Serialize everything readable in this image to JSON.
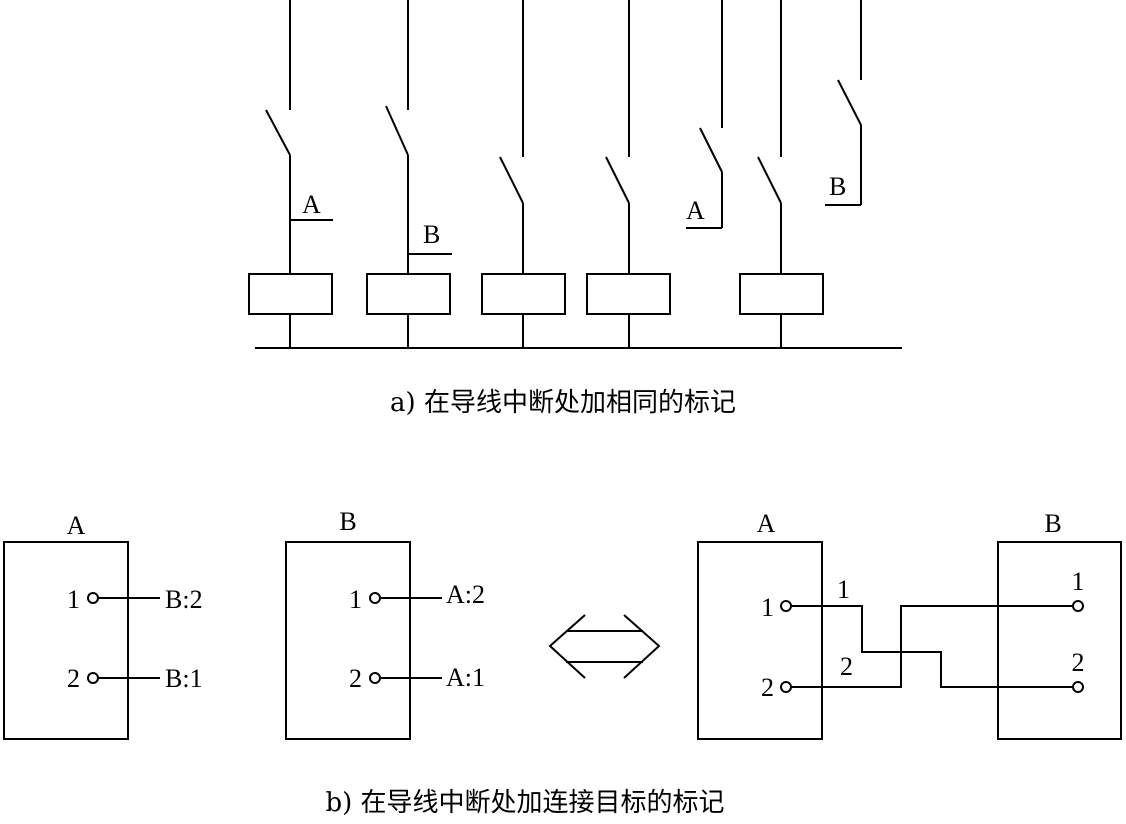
{
  "diagram_a": {
    "caption": "a) 在导线中断处加相同的标记",
    "break_labels": [
      "A",
      "B",
      "A",
      "B"
    ]
  },
  "diagram_b": {
    "caption": "b) 在导线中断处加连接目标的标记",
    "left": {
      "box_a_title": "A",
      "box_a_pins": [
        "1",
        "2"
      ],
      "box_a_targets": [
        "B:2",
        "B:1"
      ],
      "box_b_title": "B",
      "box_b_pins": [
        "1",
        "2"
      ],
      "box_b_targets": [
        "A:2",
        "A:1"
      ]
    },
    "right": {
      "box_a_title": "A",
      "box_a_pins": [
        "1",
        "2"
      ],
      "wire_labels": [
        "1",
        "2"
      ],
      "box_b_title": "B",
      "box_b_pins": [
        "1",
        "2"
      ]
    }
  }
}
